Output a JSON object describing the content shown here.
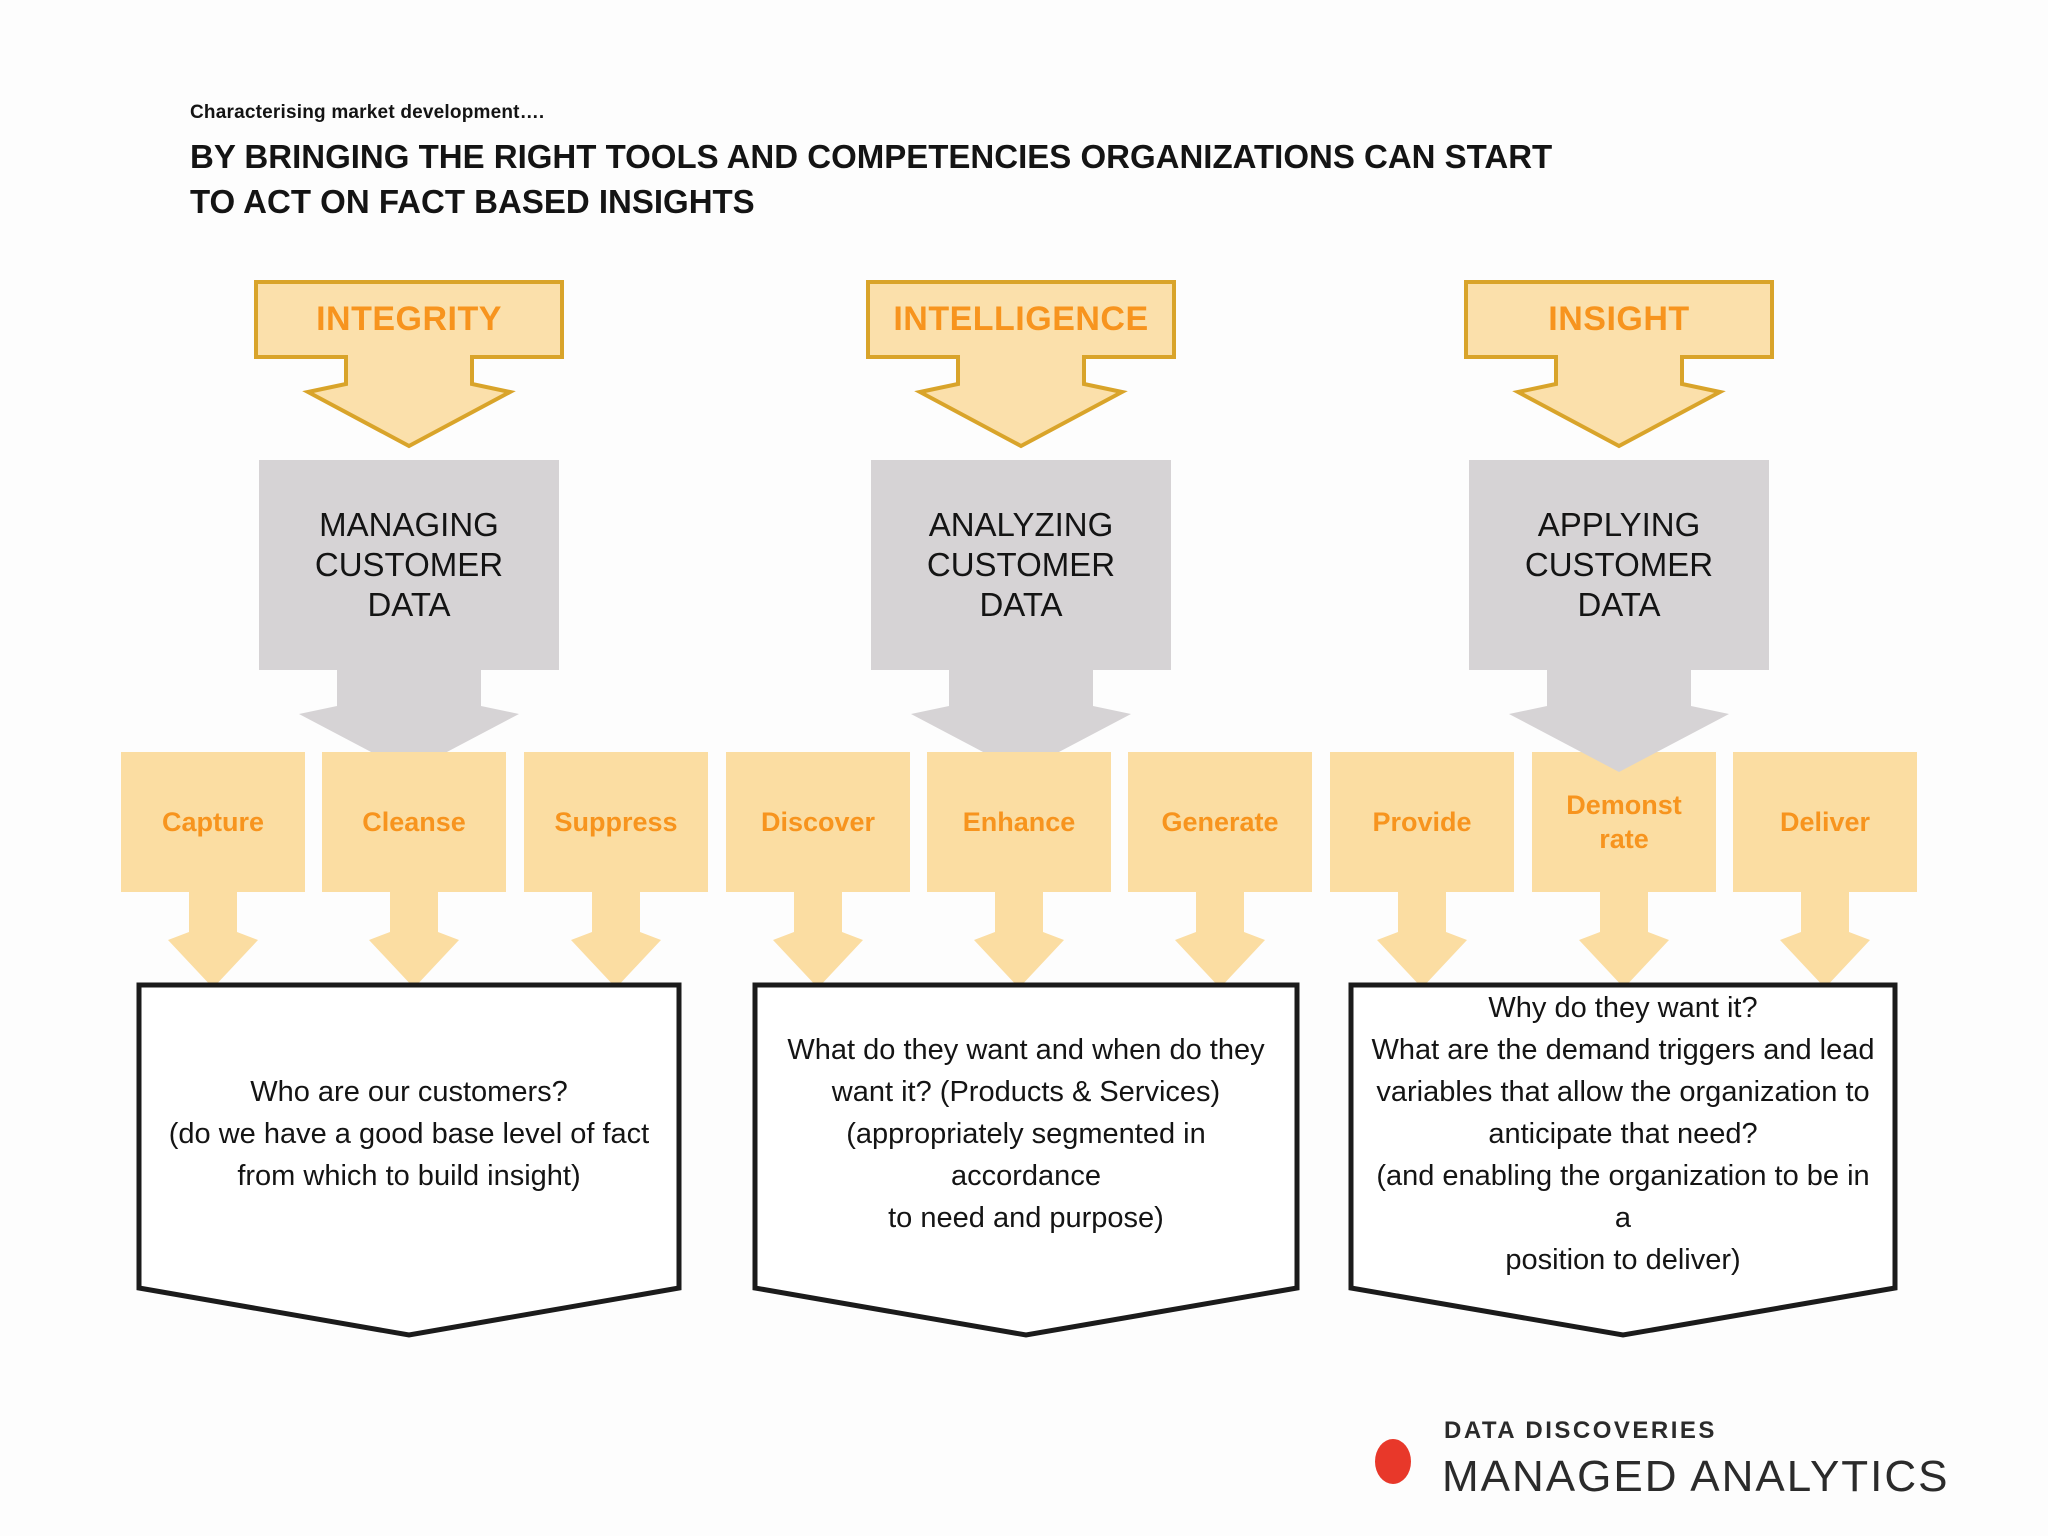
{
  "colors": {
    "gold": "#d9a42a",
    "bannerFill": "#fbe0ab",
    "orange": "#f7941e",
    "stepFill": "#fbdda2",
    "gray": "#d6d3d5",
    "ink": "#141414",
    "boxBorder": "#1b1b1b",
    "logoRed": "#e8382a",
    "logoInk": "#2b2b2b",
    "bg": "#fdfdfd"
  },
  "header": {
    "eyebrow": "Characterising market development….",
    "title": "BY BRINGING THE RIGHT TOOLS AND COMPETENCIES ORGANIZATIONS CAN START\nTO ACT ON FACT BASED INSIGHTS"
  },
  "columns": [
    {
      "header": "INTEGRITY",
      "stage": "MANAGING\nCUSTOMER\nDATA",
      "steps": [
        "Capture",
        "Cleanse",
        "Suppress"
      ],
      "question": "Who are our customers?\n(do we have a good base level of fact\nfrom which to build insight)"
    },
    {
      "header": "INTELLIGENCE",
      "stage": "ANALYZING\nCUSTOMER\nDATA",
      "steps": [
        "Discover",
        "Enhance",
        "Generate"
      ],
      "question": "What do they want and when do they\nwant it? (Products & Services)\n(appropriately segmented in accordance\nto need and purpose)"
    },
    {
      "header": "INSIGHT",
      "stage": "APPLYING\nCUSTOMER\nDATA",
      "steps": [
        "Provide",
        "Demonst\nrate",
        "Deliver"
      ],
      "question": "Why do they want it?\nWhat are the demand triggers and lead\nvariables that allow the organization to\nanticipate that need?\n(and enabling the organization to be in a\nposition to deliver)"
    }
  ],
  "logo": {
    "tagline": "DATA DISCOVERIES",
    "name": "MANAGED ANALYTICS"
  }
}
